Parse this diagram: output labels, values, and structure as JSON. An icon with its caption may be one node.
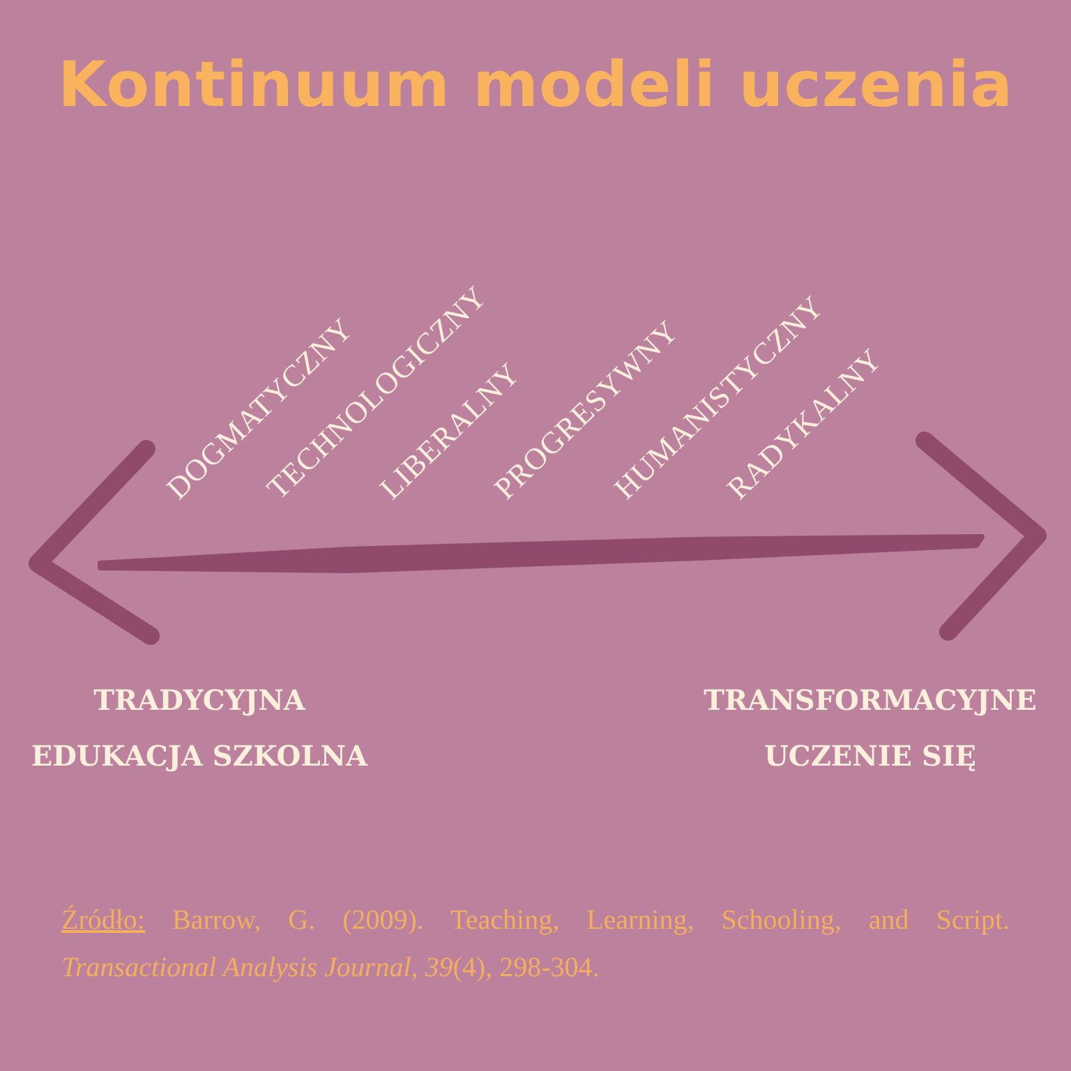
{
  "diagram": {
    "title": "Kontinuum modeli uczenia",
    "labels": [
      "DOGMATYCZNY",
      "TECHNOLOGICZNY",
      "LIBERALNY",
      "PROGRESYWNY",
      "HUMANISTYCZNY",
      "RADYKALNY",
      "TRADYCYJNA EDUKACJA SZKOLNA",
      "TRANSFORMACYJNE UCZENIE SIĘ"
    ],
    "caption": "Źródło: Barrow, G. (2009). Teaching, Learning, Schooling, and Script. *Transactional Analysis Journal*, *39*(4), 298-304."
  }
}
